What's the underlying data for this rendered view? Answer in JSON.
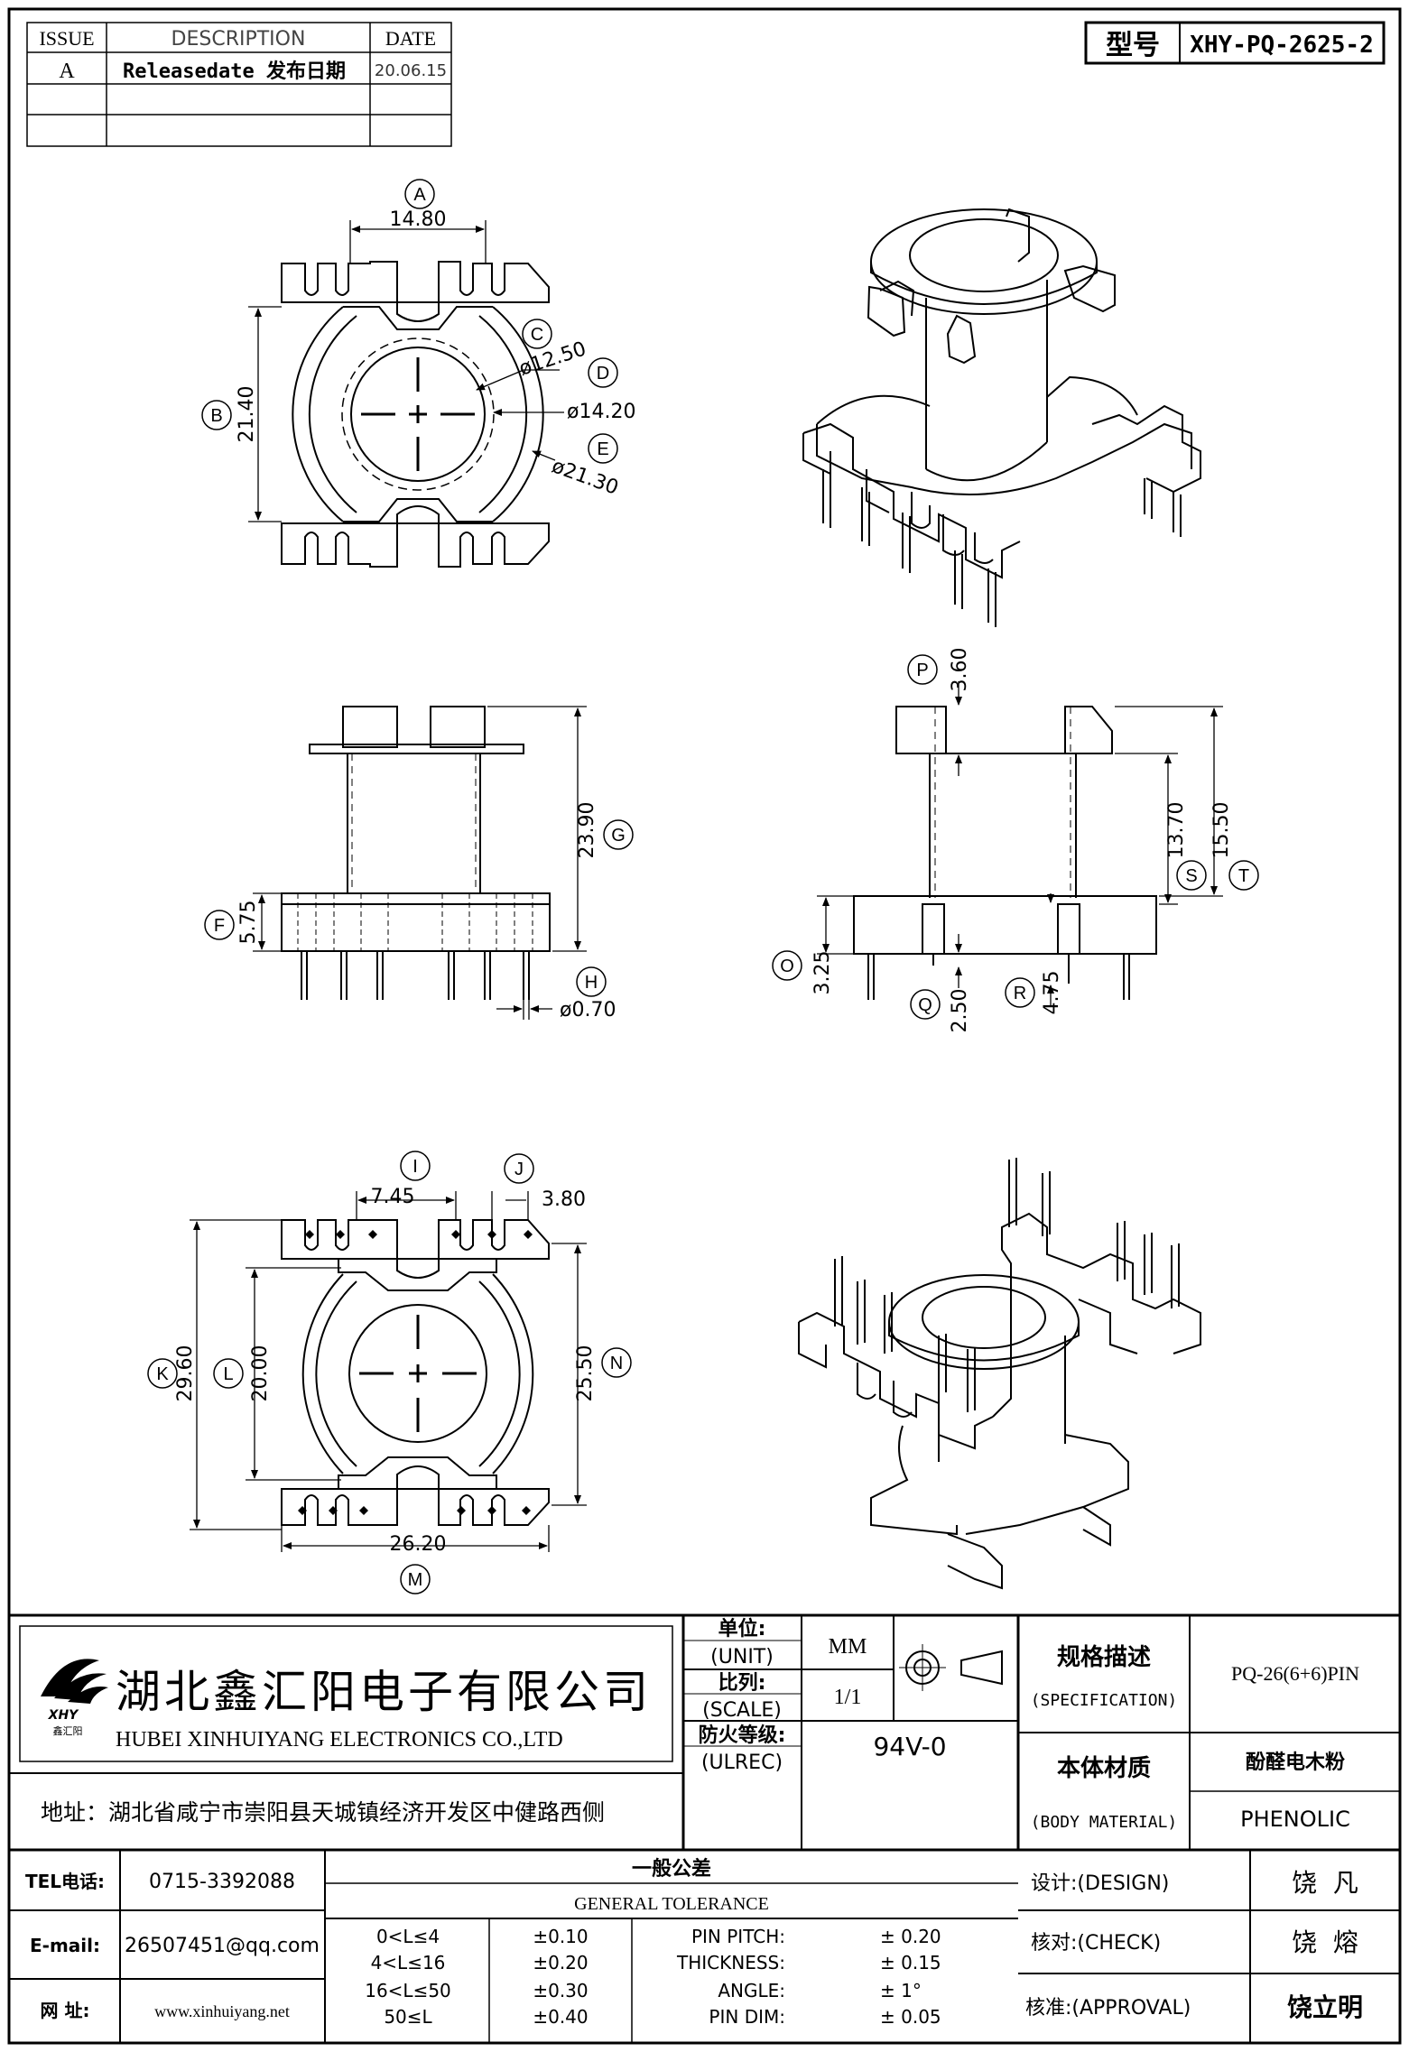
{
  "revision_table": {
    "headers": {
      "issue": "ISSUE",
      "description": "DESCRIPTION",
      "date": "DATE"
    },
    "rows": [
      {
        "issue": "A",
        "description": "Releasedate 发布日期",
        "date": "20.06.15"
      },
      {
        "issue": "",
        "description": "",
        "date": ""
      },
      {
        "issue": "",
        "description": "",
        "date": ""
      }
    ]
  },
  "model": {
    "label": "型号",
    "value": "XHY-PQ-2625-2"
  },
  "views": {
    "top": {
      "dims": {
        "A": "14.80",
        "B": "21.40",
        "C": "ø12.50",
        "D": "ø14.20",
        "E": "ø21.30"
      }
    },
    "front": {
      "dims": {
        "F": "5.75",
        "G": "23.90",
        "H": "ø0.70"
      }
    },
    "side": {
      "dims": {
        "P": "3.60",
        "S": "13.70",
        "T": "15.50",
        "O": "3.25",
        "Q": "2.50",
        "R": "4.75"
      }
    },
    "bottom": {
      "dims": {
        "I": "7.45",
        "J": "3.80",
        "K": "29.60",
        "L": "20.00",
        "N": "25.50",
        "M": "26.20"
      }
    }
  },
  "callouts": [
    "A",
    "B",
    "C",
    "D",
    "E",
    "F",
    "G",
    "H",
    "P",
    "S",
    "T",
    "O",
    "Q",
    "R",
    "I",
    "J",
    "K",
    "L",
    "N",
    "M"
  ],
  "title_block": {
    "company_cn": "湖北鑫汇阳电子有限公司",
    "company_en": "HUBEI XINHUIYANG ELECTRONICS CO.,LTD",
    "address": "地址：湖北省咸宁市崇阳县天城镇经济开发区中健路西侧",
    "logo_text": "XHY",
    "logo_sub": "鑫汇阳",
    "unit_label": "单位:",
    "unit_label_en": "(UNIT)",
    "unit_value": "MM",
    "scale_label": "比列:",
    "scale_label_en": "(SCALE)",
    "scale_value": "1/1",
    "ulrec_label": "防火等级:",
    "ulrec_label_en": "(ULREC)",
    "ulrec_value": "94V-0",
    "spec_label": "规格描述",
    "spec_label_en": "(SPECIFICATION)",
    "spec_value": "PQ-26(6+6)PIN",
    "material_label": "本体材质",
    "material_label_en": "(BODY MATERIAL)",
    "material_value_cn": "酚醛电木粉",
    "material_value_en": "PHENOLIC",
    "tel_label": "TEL电话:",
    "tel_value": "0715-3392088",
    "email_label": "E-mail:",
    "email_value": "26507451@qq.com",
    "web_label": "网  址:",
    "web_value": "www.xinhuiyang.net",
    "tolerance_title_cn": "一般公差",
    "tolerance_title_en": "GENERAL TOLERANCE",
    "tolerance_ranges": [
      {
        "range": "0<L≤4",
        "tol": "±0.10"
      },
      {
        "range": "4<L≤16",
        "tol": "±0.20"
      },
      {
        "range": "16<L≤50",
        "tol": "±0.30"
      },
      {
        "range": "50≤L",
        "tol": "±0.40"
      }
    ],
    "tolerance_specs": [
      {
        "name": "PIN PITCH:",
        "tol": "± 0.20"
      },
      {
        "name": "THICKNESS:",
        "tol": "± 0.15"
      },
      {
        "name": "ANGLE:",
        "tol": "± 1°"
      },
      {
        "name": "PIN DIM:",
        "tol": "± 0.05"
      }
    ],
    "design_label": "设计:(DESIGN)",
    "design_value": "饶  凡",
    "check_label": "核对:(CHECK)",
    "check_value": "饶  熔",
    "approval_label": "核准:(APPROVAL)",
    "approval_value": "饶立明"
  }
}
